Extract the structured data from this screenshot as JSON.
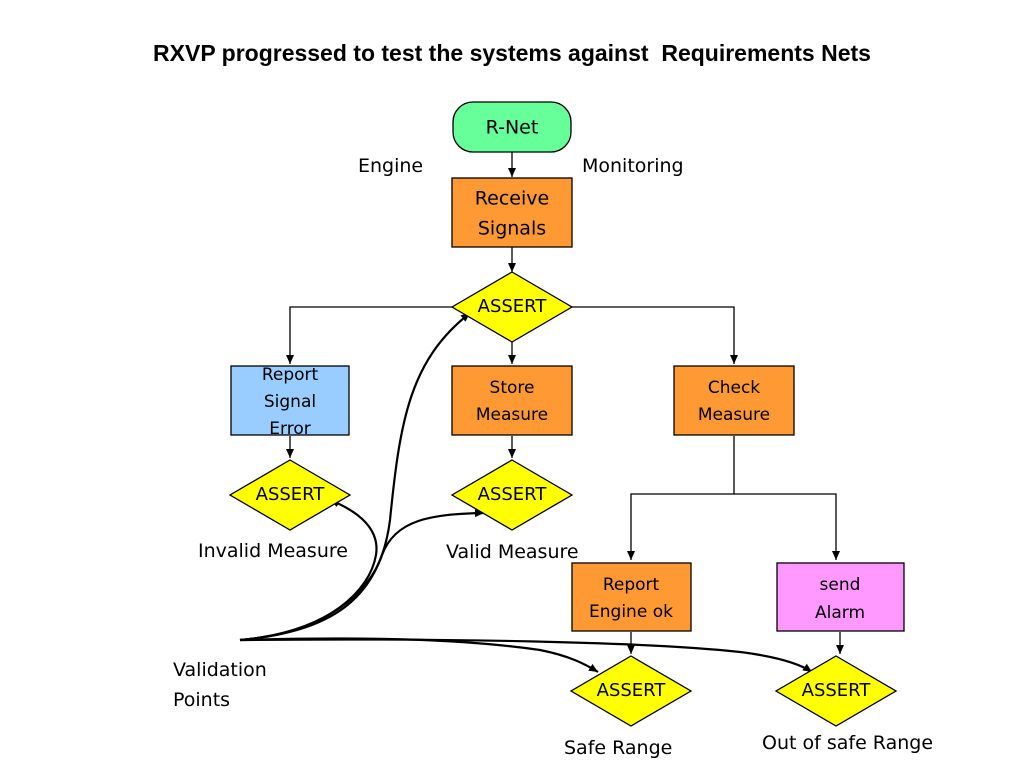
{
  "title": "RXVP progressed to test the systems against  Requirements Nets",
  "nodes": {
    "rnet": "R-Net",
    "receive": [
      "Receive",
      "Signals"
    ],
    "assert_top": "ASSERT",
    "report_error": [
      "Report",
      "Signal",
      "Error"
    ],
    "store": [
      "Store",
      "Measure"
    ],
    "check": [
      "Check",
      "Measure"
    ],
    "assert_invalid": "ASSERT",
    "assert_valid": "ASSERT",
    "report_ok": [
      "Report",
      "Engine ok"
    ],
    "send_alarm": [
      "send",
      "Alarm"
    ],
    "assert_safe": "ASSERT",
    "assert_unsafe": "ASSERT"
  },
  "labels": {
    "engine": "Engine",
    "monitoring": "Monitoring",
    "invalid_measure": "Invalid Measure",
    "valid_measure": "Valid Measure",
    "validation_points": [
      "Validation",
      "Points"
    ],
    "safe_range": "Safe Range",
    "out_of_safe_range": "Out of safe Range"
  },
  "colors": {
    "rnet_fill": "#66ff99",
    "process_fill": "#ff9933",
    "error_fill": "#99ccff",
    "alarm_fill": "#ff99ff",
    "assert_fill": "#ffff00",
    "stroke": "#000000"
  }
}
